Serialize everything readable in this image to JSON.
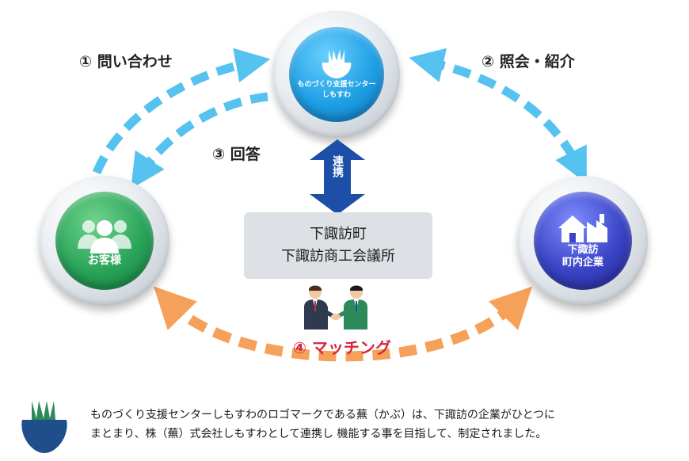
{
  "nodes": {
    "center": {
      "label_line1": "ものづくり支援センター",
      "label_line2": "しもすわ",
      "color": "#1f9fe4",
      "icon": "turnip-logo-icon"
    },
    "left": {
      "label": "お客様",
      "color": "#2aa45a",
      "icon": "customers-group-icon"
    },
    "right": {
      "label_line1": "下諏訪",
      "label_line2": "町内企業",
      "color": "#3a44c4",
      "icon": "factory-house-icon"
    }
  },
  "steps": {
    "s1": "① 問い合わせ",
    "s2": "② 照会・紹介",
    "s3": "③ 回答",
    "s4": "④ マッチング"
  },
  "link": {
    "label": "連携",
    "color": "#1d4fa8"
  },
  "chamber": {
    "line1": "下諏訪町",
    "line2": "下諏訪商工会議所"
  },
  "arrow_colors": {
    "blue": "#55c2ef",
    "orange": "#f5a15a"
  },
  "footer": {
    "line1": "ものづくり支援センターしもすわのロゴマークである蕪（かぶ）は、下諏訪の企業がひとつに",
    "line2": "まとまり、株（蕪）式会社しもすわとして連携し 機能する事を目指して、制定されました。"
  }
}
